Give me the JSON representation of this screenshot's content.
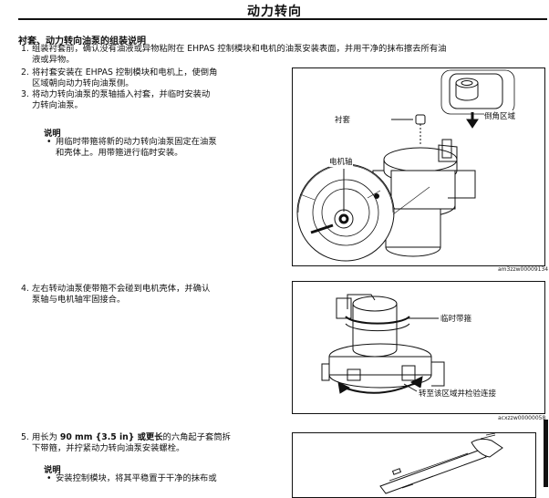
{
  "header": {
    "title": "动力转向"
  },
  "section": {
    "heading": "衬套、动力转向油泵的组装说明"
  },
  "steps": [
    {
      "num": "1.",
      "lines": [
        "组装衬套前，确认没有油液或异物粘附在 EHPAS 控制模块和电机的油泵安装表面，并用干净的抹布擦去所有油",
        "液或异物。"
      ]
    },
    {
      "num": "2.",
      "lines": [
        "将衬套安装在 EHPAS 控制模块和电机上，使倒角",
        "区域朝向动力转向油泵侧。"
      ]
    },
    {
      "num": "3.",
      "lines": [
        "将动力转向油泵的泵轴插入衬套，并临时安装动",
        "力转向油泵。"
      ]
    },
    {
      "num": "4.",
      "lines": [
        "左右转动油泵使带箍不会碰到电机壳体，并确认",
        "泵轴与电机轴牢固接合。"
      ]
    },
    {
      "num": "5.",
      "line1_pre": "用长为 ",
      "line1_bold": "90 mm {3.5 in} 或更长",
      "line1_post": "的六角起子套筒拆",
      "line2": "下带箍，并拧紧动力转向油泵安装螺栓。"
    }
  ],
  "notes": [
    {
      "label": "说明",
      "bullet": "•",
      "lines": [
        "用临时带箍将新的动力转向油泵固定在油泵",
        "和壳体上。用带箍进行临时安装。"
      ]
    },
    {
      "label": "说明",
      "bullet": "•",
      "lines": [
        "安装控制模块，将其平稳置于干净的抹布或"
      ]
    }
  ],
  "figures": {
    "fig1": {
      "label_bushing": "衬套",
      "label_chamfer": "倒角区域",
      "label_motor_shaft": "电机轴",
      "code": "am3zzw00009134"
    },
    "fig2": {
      "label_clamp": "临时带箍",
      "label_rotate": "转至该区域并检验连接",
      "code": "acxzzw00000058"
    }
  }
}
